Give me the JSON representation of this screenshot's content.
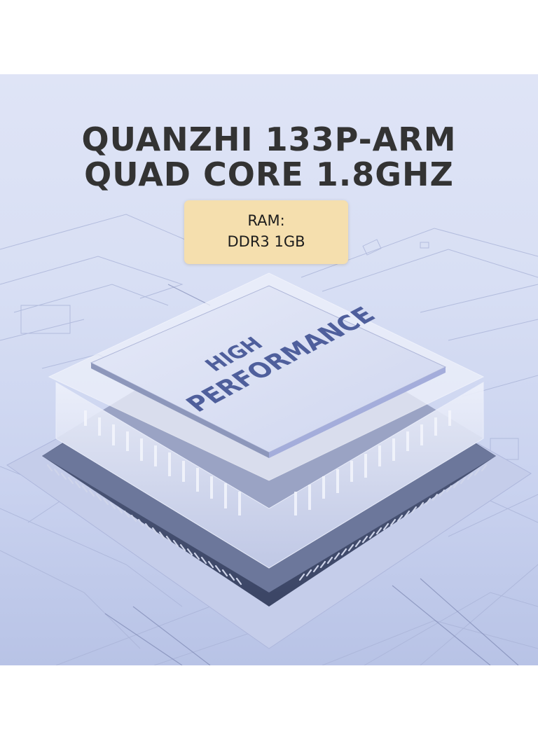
{
  "banner": {
    "headline": {
      "line1": "QUANZHI 133P-ARM",
      "line2": "QUAD CORE 1.8GHZ"
    },
    "spec_badge": {
      "label": "RAM:",
      "value": "DDR3 1GB",
      "background": "#f5dfae"
    },
    "chip": {
      "label_line1": "HIGH",
      "label_line2": "PERFORMANCE",
      "label_color": "#4f5f9c"
    },
    "colors": {
      "headline": "#333333",
      "background": "#d8dff4"
    }
  }
}
